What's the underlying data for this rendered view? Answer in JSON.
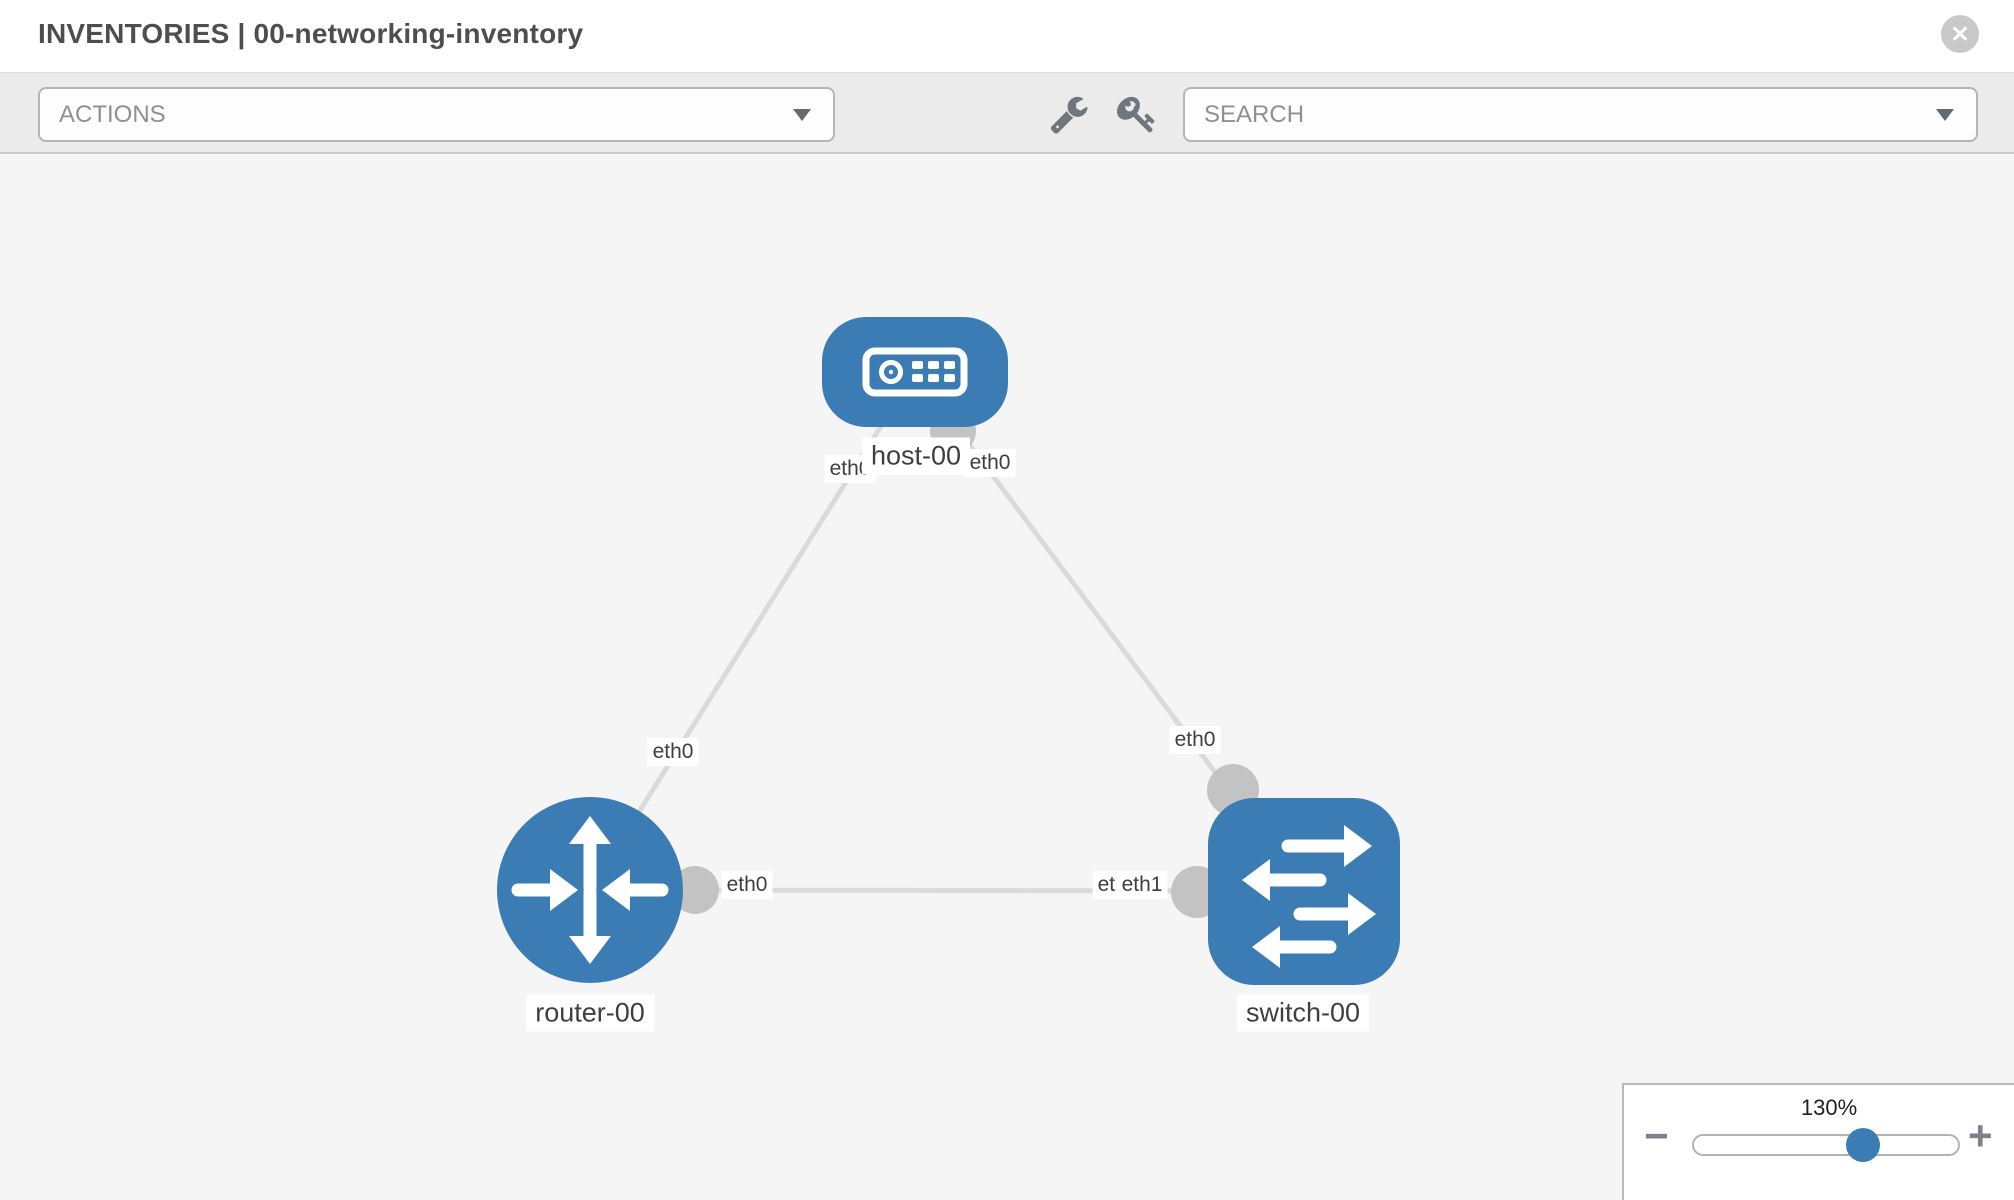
{
  "header": {
    "title": "INVENTORIES | 00-networking-inventory",
    "close_glyph": "✕"
  },
  "toolbar": {
    "actions": {
      "label": "ACTIONS"
    },
    "search": {
      "placeholder": "SEARCH"
    },
    "tools": [
      {
        "icon": "wrench-icon"
      },
      {
        "icon": "key-icon"
      }
    ]
  },
  "topology": {
    "nodes": [
      {
        "name": "host-00",
        "type": "host"
      },
      {
        "name": "router-00",
        "type": "router"
      },
      {
        "name": "switch-00",
        "type": "switch"
      }
    ],
    "links": [
      {
        "source": "host-00",
        "source_interface": "eth0",
        "target": "router-00",
        "target_interface": "eth0"
      },
      {
        "source": "host-00",
        "source_interface": "eth0",
        "target": "switch-00",
        "target_interface": "eth0"
      },
      {
        "source": "router-00",
        "source_interface": "eth0",
        "target": "switch-00",
        "target_interface": "eth1"
      }
    ],
    "labels": {
      "host": "host-00",
      "router": "router-00",
      "switch": "switch-00",
      "host_left_if": "eth0",
      "host_right_if": "eth0",
      "router_top_if": "eth0",
      "switch_top_if": "eth0",
      "router_right_if": "eth0",
      "switch_left_if_hidden": "eth0",
      "switch_left_if": "eth1"
    }
  },
  "zoom": {
    "level": "130%",
    "minus": "−",
    "plus": "+"
  },
  "colors": {
    "node_blue": "#3b7cb5",
    "link_gray": "#dadada",
    "connector_gray": "#c3c3c3",
    "toolbar_gray": "#ebebeb",
    "canvas_gray": "#f5f5f5"
  }
}
